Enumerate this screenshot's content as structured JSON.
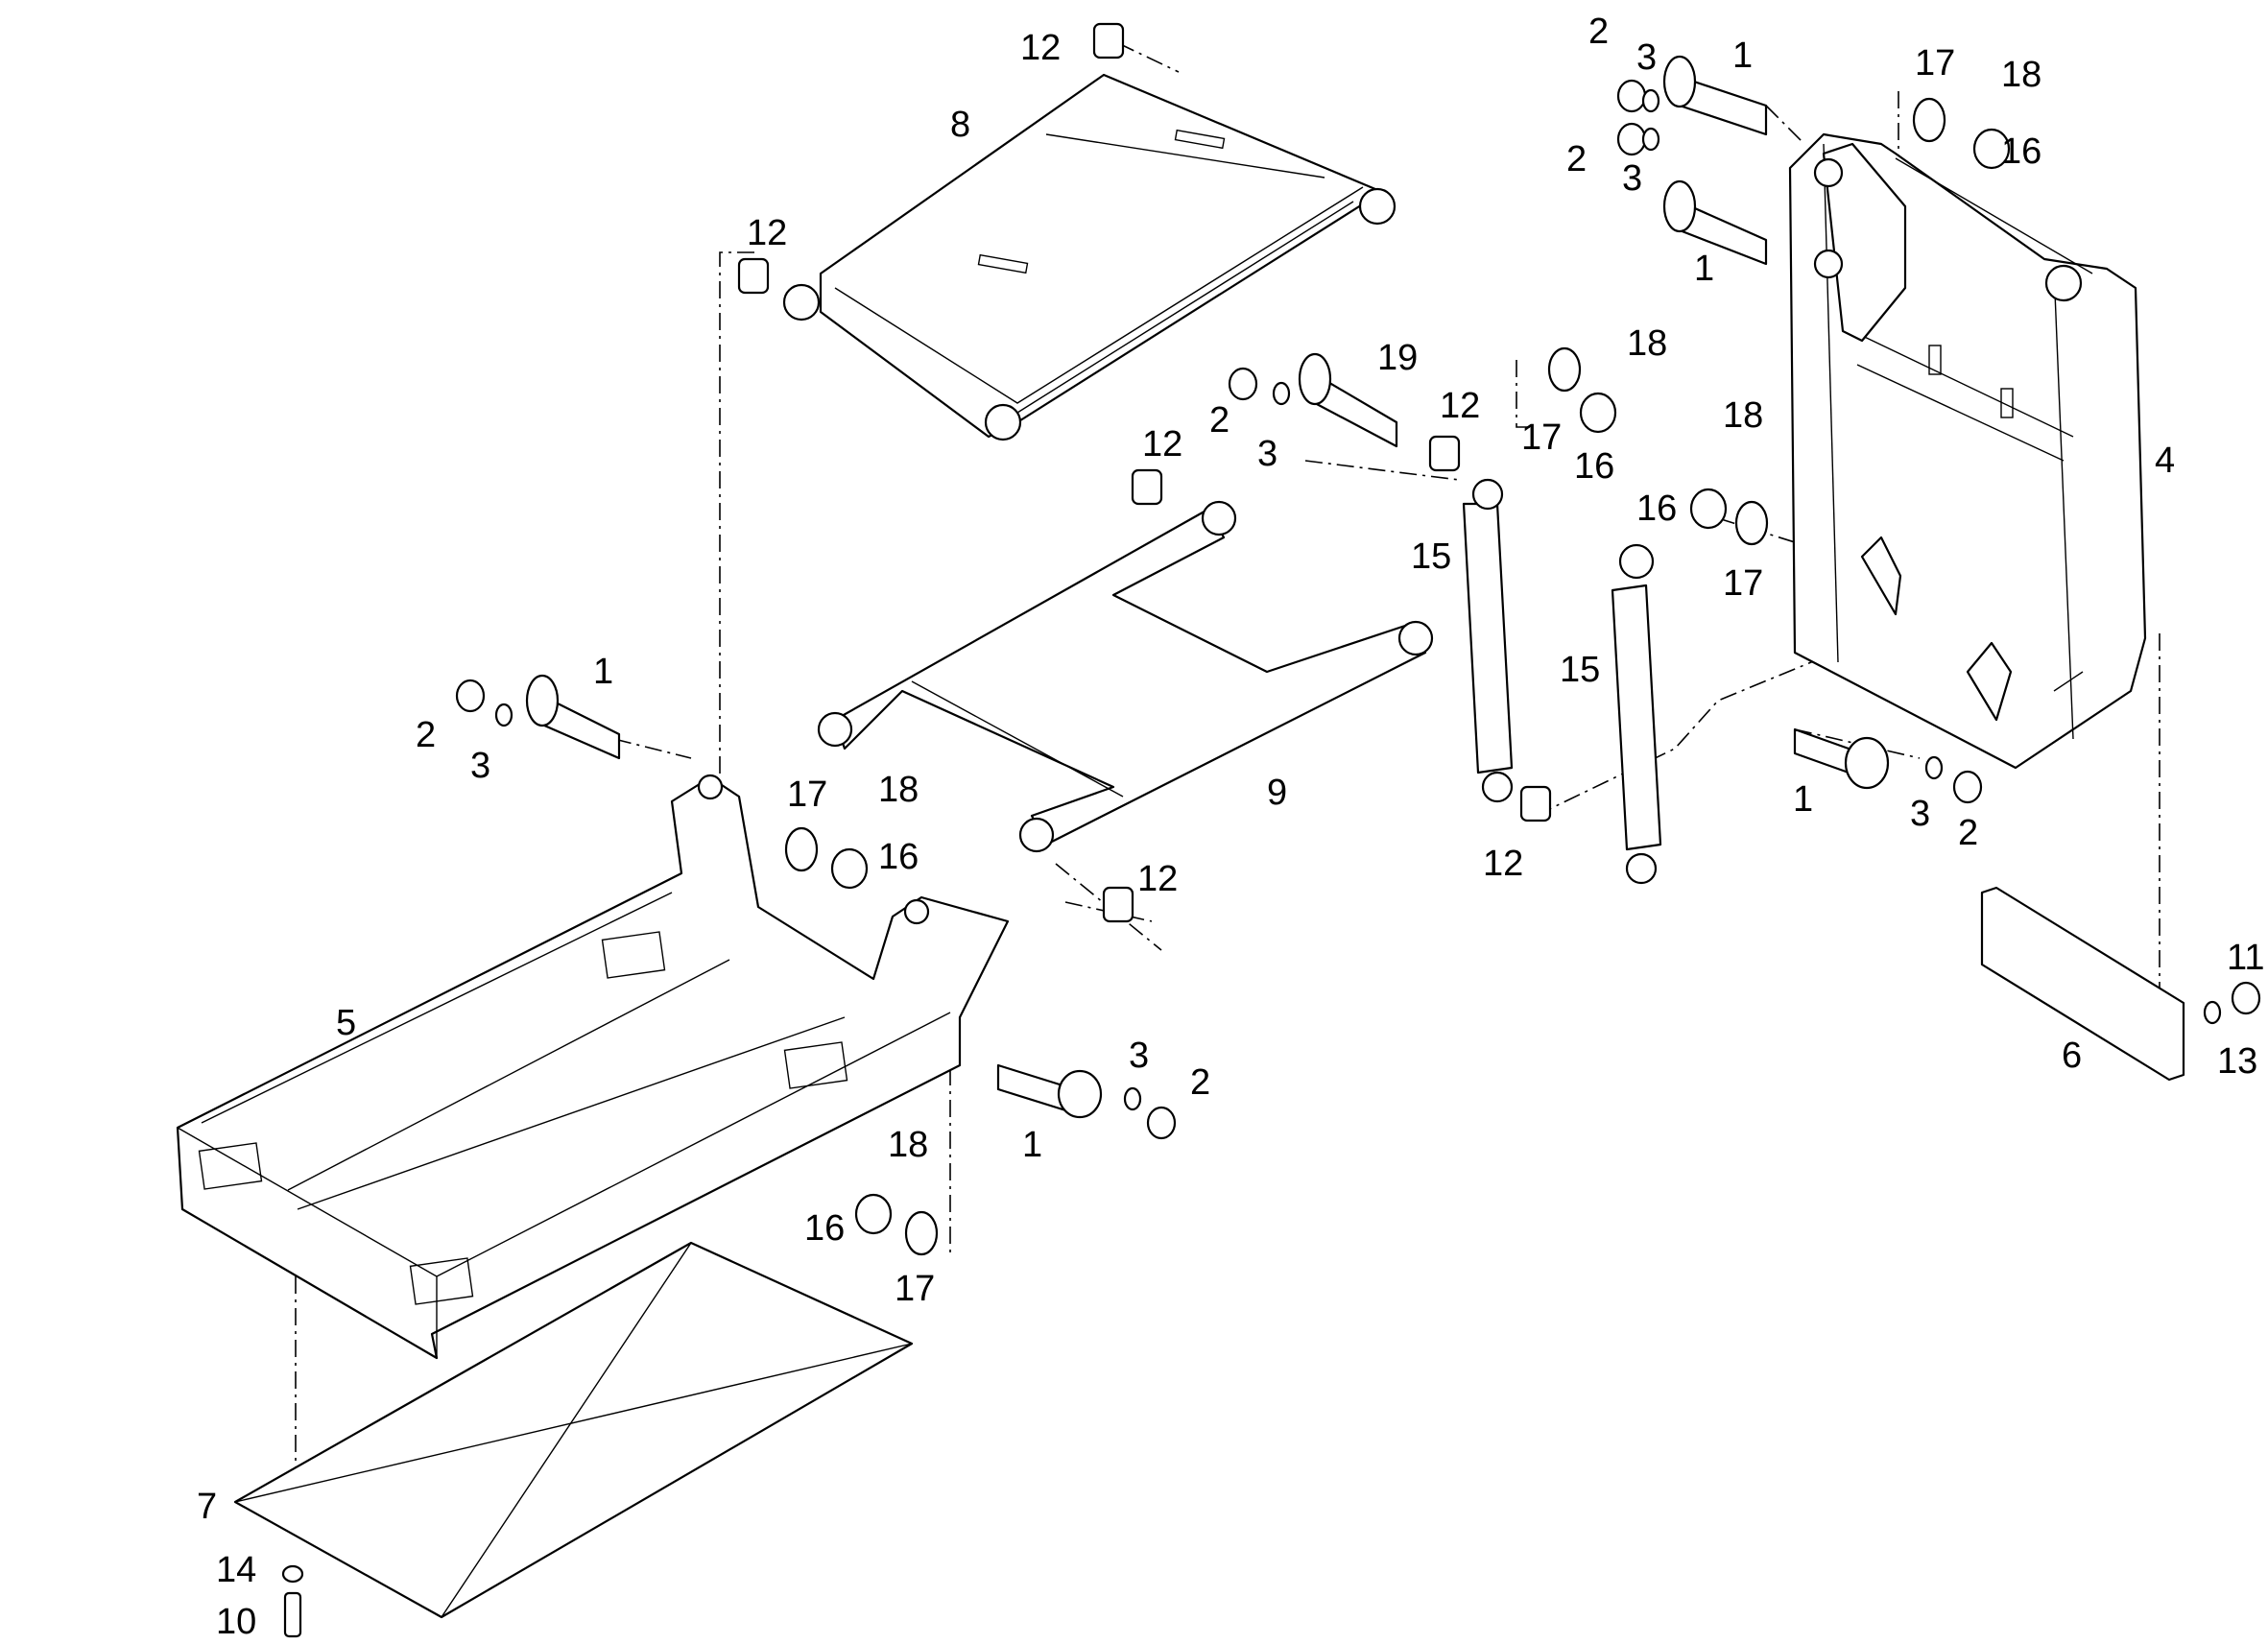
{
  "callouts": [
    {
      "id": "c1",
      "text": "12"
    },
    {
      "id": "c2",
      "text": "8"
    },
    {
      "id": "c3",
      "text": "12"
    },
    {
      "id": "c4",
      "text": "2"
    },
    {
      "id": "c5",
      "text": "3"
    },
    {
      "id": "c6",
      "text": "1"
    },
    {
      "id": "c7",
      "text": "2"
    },
    {
      "id": "c8",
      "text": "3"
    },
    {
      "id": "c9",
      "text": "1"
    },
    {
      "id": "c10",
      "text": "17"
    },
    {
      "id": "c11",
      "text": "18"
    },
    {
      "id": "c12",
      "text": "16"
    },
    {
      "id": "c13",
      "text": "19"
    },
    {
      "id": "c14",
      "text": "18"
    },
    {
      "id": "c15",
      "text": "2"
    },
    {
      "id": "c16",
      "text": "12"
    },
    {
      "id": "c17",
      "text": "3"
    },
    {
      "id": "c18",
      "text": "17"
    },
    {
      "id": "c19",
      "text": "16"
    },
    {
      "id": "c20",
      "text": "12"
    },
    {
      "id": "c21",
      "text": "4"
    },
    {
      "id": "c22",
      "text": "18"
    },
    {
      "id": "c23",
      "text": "16"
    },
    {
      "id": "c24",
      "text": "17"
    },
    {
      "id": "c25",
      "text": "15"
    },
    {
      "id": "c26",
      "text": "15"
    },
    {
      "id": "c27",
      "text": "1"
    },
    {
      "id": "c28",
      "text": "2"
    },
    {
      "id": "c29",
      "text": "3"
    },
    {
      "id": "c30",
      "text": "17"
    },
    {
      "id": "c31",
      "text": "18"
    },
    {
      "id": "c32",
      "text": "16"
    },
    {
      "id": "c33",
      "text": "9"
    },
    {
      "id": "c34",
      "text": "1"
    },
    {
      "id": "c35",
      "text": "3"
    },
    {
      "id": "c36",
      "text": "2"
    },
    {
      "id": "c37",
      "text": "12"
    },
    {
      "id": "c38",
      "text": "12"
    },
    {
      "id": "c39",
      "text": "11"
    },
    {
      "id": "c40",
      "text": "5"
    },
    {
      "id": "c41",
      "text": "6"
    },
    {
      "id": "c42",
      "text": "13"
    },
    {
      "id": "c43",
      "text": "3"
    },
    {
      "id": "c44",
      "text": "2"
    },
    {
      "id": "c45",
      "text": "1"
    },
    {
      "id": "c46",
      "text": "18"
    },
    {
      "id": "c47",
      "text": "16"
    },
    {
      "id": "c48",
      "text": "17"
    },
    {
      "id": "c49",
      "text": "7"
    },
    {
      "id": "c50",
      "text": "14"
    },
    {
      "id": "c51",
      "text": "10"
    }
  ]
}
